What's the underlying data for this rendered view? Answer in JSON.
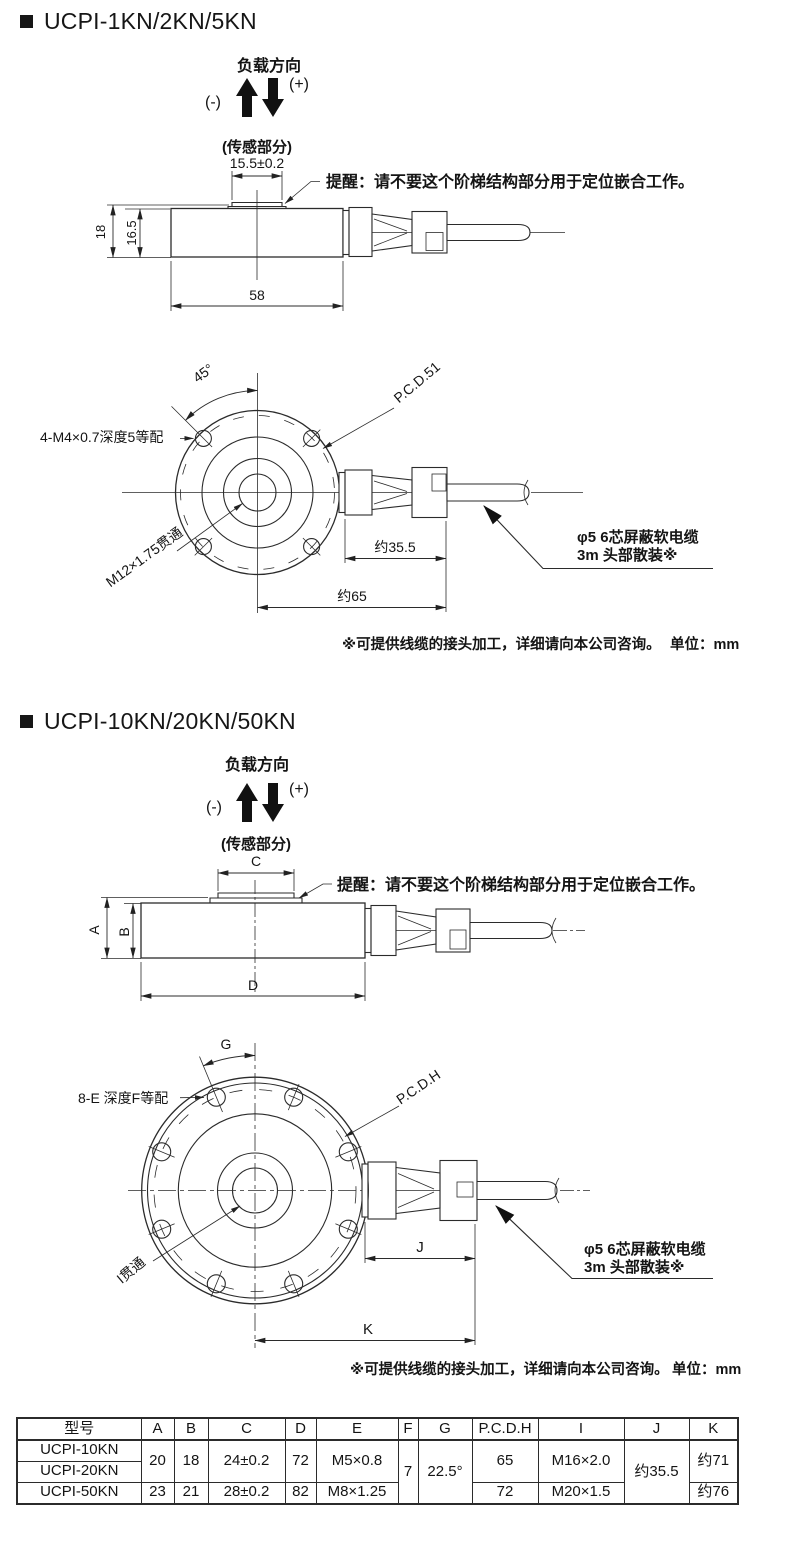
{
  "section1": {
    "title": "UCPI-1KN/2KN/5KN",
    "load_direction": "负载方向",
    "minus": "(-)",
    "plus": "(+)",
    "sensor_part": "(传感部分)",
    "sensor_width": "15.5±0.2",
    "height_total": "18",
    "height_body": "16.5",
    "body_width": "58",
    "step_note": "提醒：请不要这个阶梯结构部分用于定位嵌合工作。",
    "angle": "45°",
    "pcd": "P.C.D.51",
    "bolt_holes": "4-M4×0.7深度5等配",
    "center_thread": "M12×1.75贯通",
    "connector_len": "约35.5",
    "total_len": "约65",
    "cable_line1": "φ5 6芯屏蔽软电缆",
    "cable_line2": "3m 头部散装※",
    "footer_note": "※可提供线缆的接头加工，详细请向本公司咨询。",
    "unit": "单位：mm"
  },
  "section2": {
    "title": "UCPI-10KN/20KN/50KN",
    "load_direction": "负载方向",
    "minus": "(-)",
    "plus": "(+)",
    "sensor_part": "(传感部分)",
    "sensor_width": "C",
    "height_total": "A",
    "height_body": "B",
    "body_width": "D",
    "step_note": "提醒：请不要这个阶梯结构部分用于定位嵌合工作。",
    "angle": "G",
    "pcd": "P.C.D.H",
    "bolt_holes": "8-E 深度F等配",
    "center_thread": "I贯通",
    "connector_len": "J",
    "total_len": "K",
    "cable_line1": "φ5 6芯屏蔽软电缆",
    "cable_line2": "3m 头部散装※",
    "footer_note": "※可提供线缆的接头加工，详细请向本公司咨询。",
    "unit": "单位：mm"
  },
  "table": {
    "headers": [
      "型号",
      "A",
      "B",
      "C",
      "D",
      "E",
      "F",
      "G",
      "P.C.D.H",
      "I",
      "J",
      "K"
    ],
    "models": [
      "UCPI-10KN",
      "UCPI-20KN",
      "UCPI-50KN"
    ],
    "group_small": {
      "A": "20",
      "B": "18",
      "C": "24±0.2",
      "D": "72",
      "E": "M5×0.8",
      "PCDH": "65",
      "I": "M16×2.0",
      "K": "约71"
    },
    "row_50kn": {
      "A": "23",
      "B": "21",
      "C": "28±0.2",
      "D": "82",
      "E": "M8×1.25",
      "PCDH": "72",
      "I": "M20×1.5",
      "K": "约76"
    },
    "shared": {
      "F": "7",
      "G": "22.5°",
      "J": "约35.5"
    }
  }
}
